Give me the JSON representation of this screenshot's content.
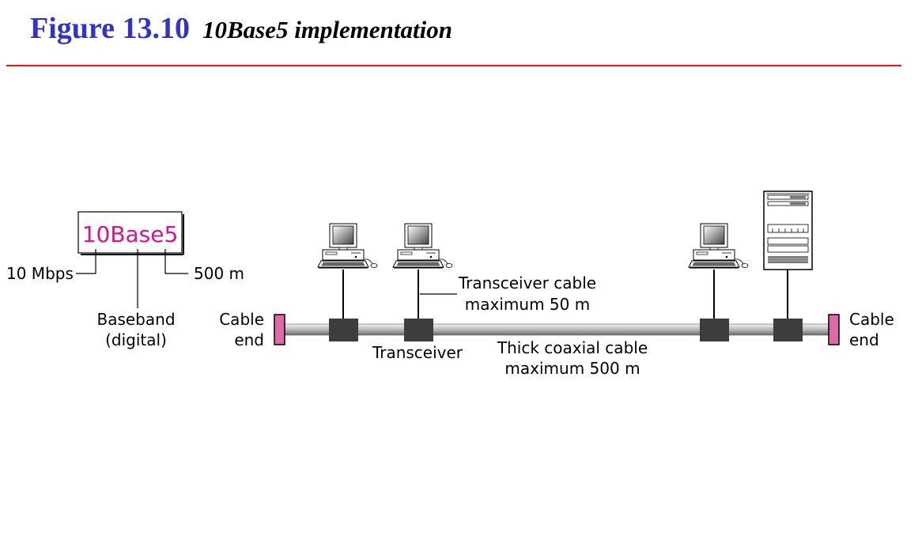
{
  "header": {
    "figure_number": "Figure 13.10",
    "figure_caption": "10Base5 implementation"
  },
  "legend_box": {
    "name": "10Base5",
    "rate": "10 Mbps",
    "signaling_line1": "Baseband",
    "signaling_line2": "(digital)",
    "length": "500 m"
  },
  "labels": {
    "cable_end_left": [
      "Cable",
      "end"
    ],
    "cable_end_right": [
      "Cable",
      "end"
    ],
    "transceiver": "Transceiver",
    "transceiver_cable": [
      "Transceiver cable",
      "maximum 50 m"
    ],
    "coax": [
      "Thick coaxial cable",
      "maximum 500 m"
    ]
  },
  "colors": {
    "title_blue": "#3333cc",
    "rule_red": "#ee1111",
    "brand_magenta": "#d4148a",
    "terminator": "#e06aa8",
    "transceiver": "#3d3d3d"
  }
}
